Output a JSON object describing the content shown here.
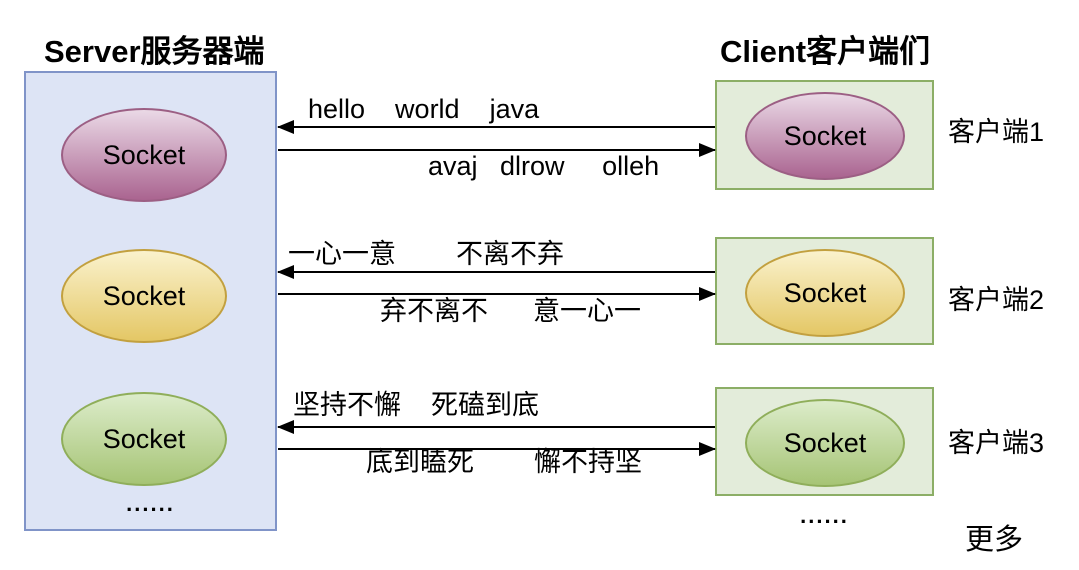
{
  "header": {
    "server_title": "Server服务器端",
    "client_title": "Client客户端们"
  },
  "server_panel": {
    "sockets": [
      {
        "label": "Socket",
        "theme": "purple"
      },
      {
        "label": "Socket",
        "theme": "yellow"
      },
      {
        "label": "Socket",
        "theme": "green"
      }
    ],
    "more_dots": "......"
  },
  "clients": [
    {
      "name": "客户端1",
      "socket_label": "Socket",
      "theme": "purple",
      "request": "hello    world    java",
      "response": "avaj   dlrow     olleh"
    },
    {
      "name": "客户端2",
      "socket_label": "Socket",
      "theme": "yellow",
      "request": "一心一意        不离不弃",
      "response": "弃不离不      意一心一"
    },
    {
      "name": "客户端3",
      "socket_label": "Socket",
      "theme": "green",
      "request": "坚持不懈    死磕到底",
      "response": "底到瞌死        懈不持坚"
    }
  ],
  "footer": {
    "clients_more_dots": "......",
    "more_label": "更多"
  },
  "colors": {
    "server_box_fill": "#dde4f5",
    "server_box_border": "#8094c8",
    "client_box_fill": "#e3ecda",
    "client_box_border": "#8cae66",
    "purple_top": "#ead9e6",
    "purple_bottom": "#aa6490",
    "yellow_top": "#faf2cd",
    "yellow_bottom": "#e4c765",
    "green_top": "#dcecca",
    "green_bottom": "#a6c475",
    "arrow": "#000000"
  }
}
